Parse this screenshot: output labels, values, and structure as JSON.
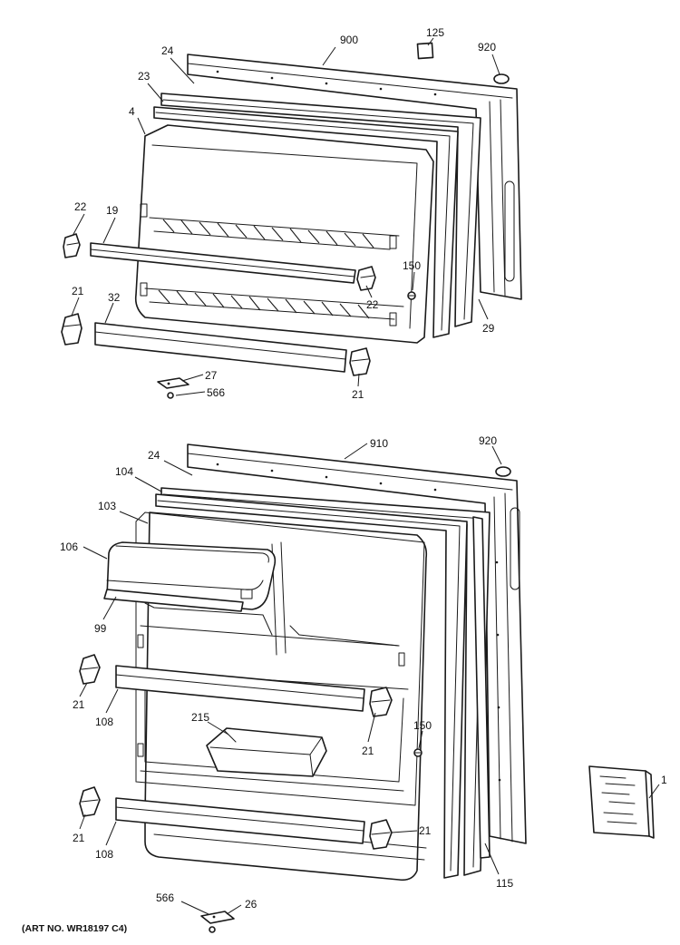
{
  "art_number": "(ART NO. WR18197 C4)",
  "callouts": {
    "c900": "900",
    "c125": "125",
    "c920a": "920",
    "c24a": "24",
    "c23": "23",
    "c4": "4",
    "c22a": "22",
    "c19": "19",
    "c150a": "150",
    "c22b": "22",
    "c21a": "21",
    "c32": "32",
    "c29": "29",
    "c27": "27",
    "c566a": "566",
    "c21b": "21",
    "c910": "910",
    "c920b": "920",
    "c24b": "24",
    "c104": "104",
    "c103": "103",
    "c106": "106",
    "c99": "99",
    "c21c": "21",
    "c108a": "108",
    "c215": "215",
    "c150b": "150",
    "c21d": "21",
    "c21e": "21",
    "c108b": "108",
    "c21f": "21",
    "c115": "115",
    "c1": "1",
    "c26": "26",
    "c566b": "566"
  },
  "icons": [
    "freezer-door-assembly",
    "fresh-food-door-assembly",
    "shelf-rail",
    "rail-end-cap",
    "hinge-plate",
    "screw",
    "door-plug",
    "owner-manual-booklet"
  ]
}
